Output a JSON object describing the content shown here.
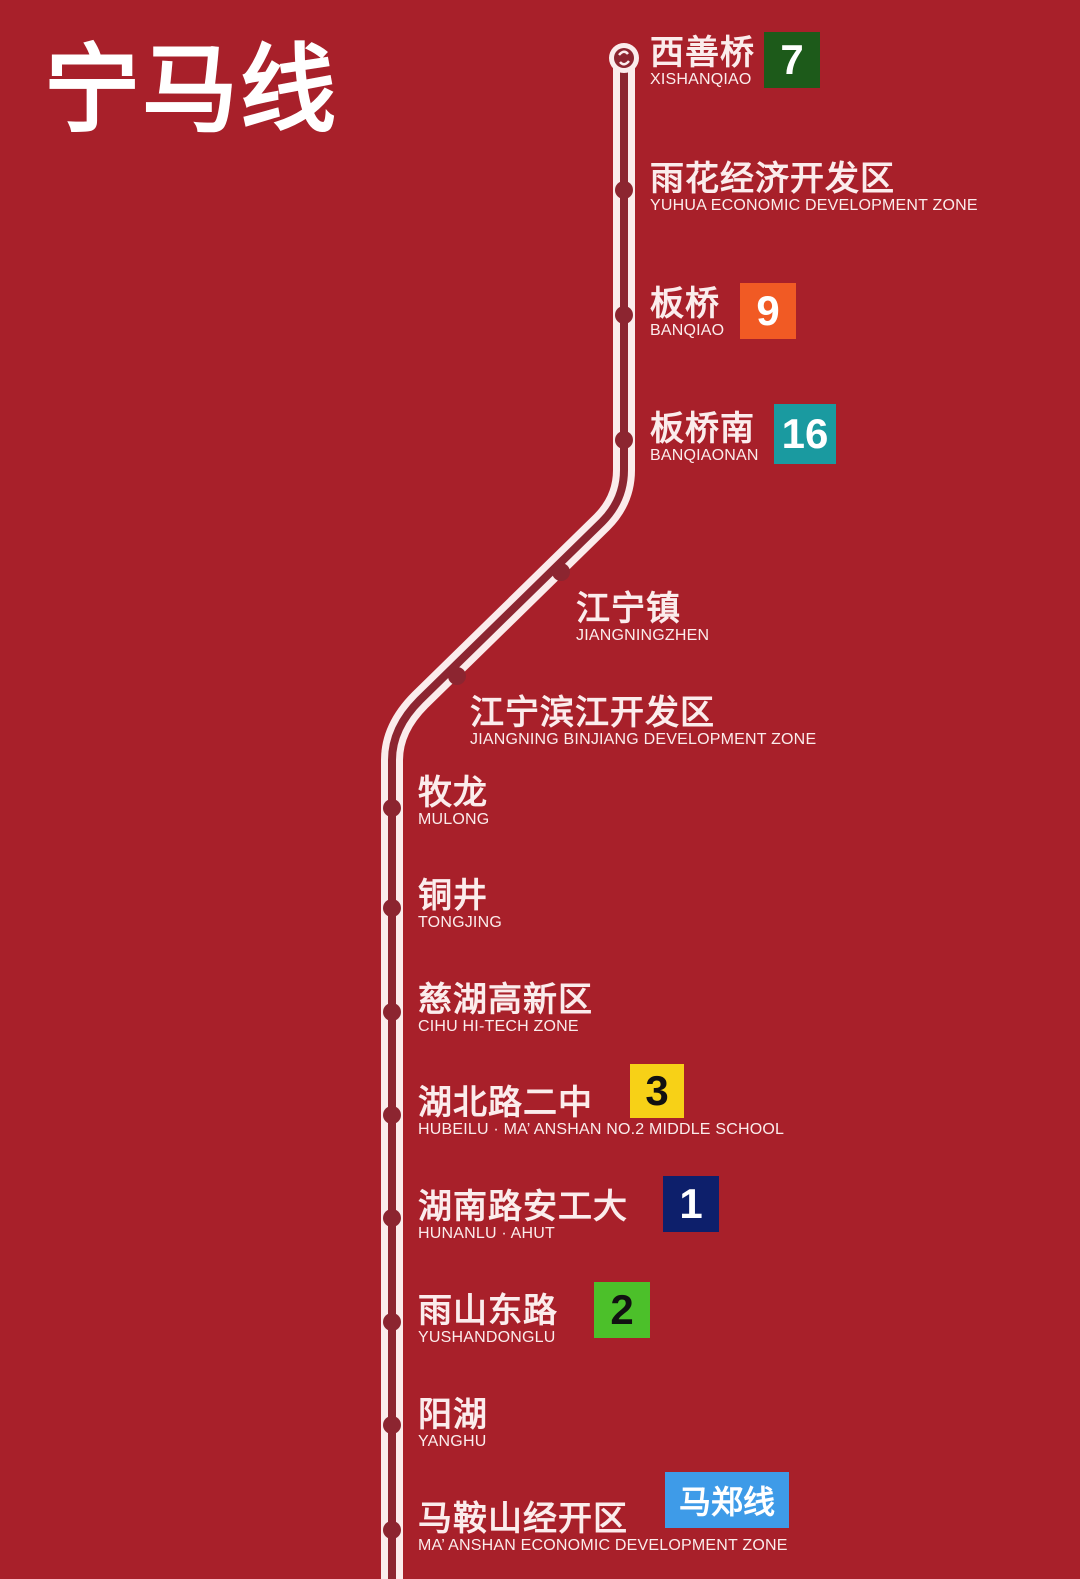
{
  "title": "宁马线",
  "colors": {
    "background": "#a8202a",
    "rail": "#fbecec",
    "rail_center": "#8c2530",
    "station_dot": "#8c2530"
  },
  "terminal_icon": "metro-logo-icon",
  "stations": [
    {
      "zh": "西善桥",
      "en": "XISHANQIAO",
      "transfer": {
        "label": "7",
        "bg": "#1d5a1a",
        "fg": "#ffffff"
      }
    },
    {
      "zh": "雨花经济开发区",
      "en": "YUHUA ECONOMIC DEVELOPMENT ZONE"
    },
    {
      "zh": "板桥",
      "en": "BANQIAO",
      "transfer": {
        "label": "9",
        "bg": "#f15a24",
        "fg": "#ffffff"
      }
    },
    {
      "zh": "板桥南",
      "en": "BANQIAONAN",
      "transfer": {
        "label": "16",
        "bg": "#1a9aa0",
        "fg": "#ffffff"
      }
    },
    {
      "zh": "江宁镇",
      "en": "JIANGNINGZHEN"
    },
    {
      "zh": "江宁滨江开发区",
      "en": "JIANGNING BINJIANG DEVELOPMENT ZONE"
    },
    {
      "zh": "牧龙",
      "en": "MULONG"
    },
    {
      "zh": "铜井",
      "en": "TONGJING"
    },
    {
      "zh": "慈湖高新区",
      "en": "CIHU HI-TECH ZONE"
    },
    {
      "zh": "湖北路二中",
      "en": "HUBEILU · MA’ ANSHAN NO.2 MIDDLE SCHOOL",
      "transfer": {
        "label": "3",
        "bg": "#f7d117",
        "fg": "#111111"
      }
    },
    {
      "zh": "湖南路安工大",
      "en": "HUNANLU · AHUT",
      "transfer": {
        "label": "1",
        "bg": "#0d1f6b",
        "fg": "#ffffff"
      }
    },
    {
      "zh": "雨山东路",
      "en": "YUSHANDONGLU",
      "transfer": {
        "label": "2",
        "bg": "#4cc02a",
        "fg": "#111111"
      }
    },
    {
      "zh": "阳湖",
      "en": "YANGHU"
    },
    {
      "zh": "马鞍山经开区",
      "en": "MA’ ANSHAN ECONOMIC DEVELOPMENT ZONE",
      "transfer": {
        "label": "马郑线",
        "bg": "#3e9be8",
        "fg": "#ffffff"
      }
    }
  ]
}
